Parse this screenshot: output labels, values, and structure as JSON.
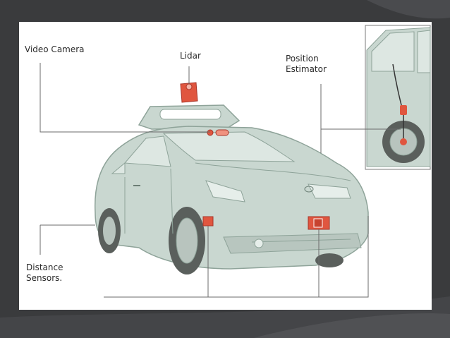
{
  "labels": {
    "video_camera": "Video Camera",
    "lidar": "Lidar",
    "position_estimator": "Position\nEstimator",
    "distance_sensors": "Distance\nSensors."
  },
  "colors": {
    "page_background": "#3a3b3d",
    "slide_background": "#ffffff",
    "car_body": "#c9d7d0",
    "sensor": "#e0563f",
    "leader_line": "#6b6b6b"
  }
}
